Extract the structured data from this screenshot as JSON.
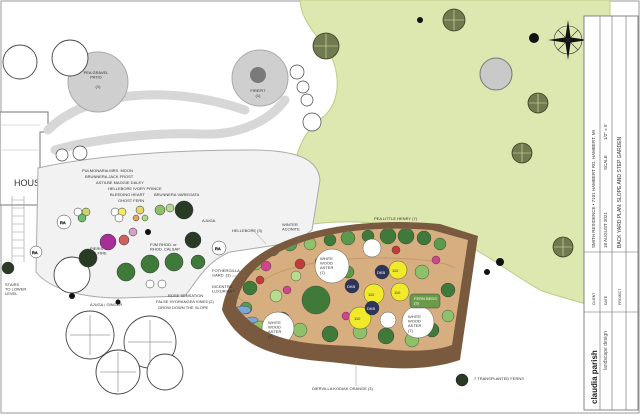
{
  "labels": {
    "house": "HOUSE",
    "pea_gravel_patio": "PEA GRAVEL\nPATIO",
    "pea_gravel_patio_num": "(1)",
    "firepit": "FIREPIT",
    "firepit_num": "(1)",
    "stairs": "STAIRS\nTO LOWER\nLEVEL",
    "ajuga_ginger": "AJUGA / GINGER",
    "pulmonaria": "PULMONARIA MRS. MOON",
    "brunnera": "BRUNNERA JACK FROST",
    "astilbe": "ASTILBE MAGGIE DALEY",
    "hellebore_ivory": "HELLEBORE IVORY PRINCE",
    "bleeding_heart": "BLEEDING HEART",
    "ghost_fern": "GHOST FERN",
    "brunnera_variegata": "BRUNNERA VARIEGATA",
    "ajuga": "AJUGA",
    "pjm_rhodo": "PJM RHOD. or\nRHOD. CALSAP",
    "pieris": "PIERIS\nMT. FIRE",
    "rose_sensation": "ROSE SENSATION",
    "false_hydrangea": "FALSE HYDRANGEA VINES (2)",
    "grow_down": "GROW DOWN THE SLOPE",
    "hellebore": "HELLEBORE (3)",
    "winter_aconite": "WINTER\nACONITE",
    "fothergilla": "FOTHERGILLA\nGARD. (3)",
    "dicentra": "DICENTRA\nLUXURIANT",
    "pea_little_henry": "PEA LITTLE HENRY (7)",
    "diervilla": "DIERVILLA KODIAK ORANGE (3)",
    "transplanted_ferns": "7 TRANSPLANTED FERNS",
    "white_wood_aster": "WHITE\nWOOD\nASTER\n(7)",
    "fern_plaque": "FERN BEDS\n(3)",
    "dkb": "DKB",
    "one_ten": "110"
  },
  "title_block": {
    "client": "SMITH RESIDENCE • 7101 HAMBERT RD. HAMBERT, MI",
    "date": "18 AUGUST 2021",
    "scale_label": "SCALE",
    "scale": "1/2\" = 5'",
    "sheet_title": "BACK YARD PLAN: SLOPE AND STEP GARDEN",
    "col_labels": [
      "CLIENT",
      "DATE",
      "PROJECT"
    ],
    "brand": "claudia parish",
    "brand_sub": "landscape design"
  },
  "colors": {
    "lawn": "#dde8b0",
    "bed": "#d6ae80",
    "edge": "#7a5a3e",
    "shrub": "#3f7a3a",
    "white_plant": "#ffffff",
    "yellow_plant": "#f1ea2a",
    "dkb_plant": "#2d3558",
    "pink_plant": "#d2448f",
    "red_plant": "#c33a3a",
    "green_small": "#8fc06a"
  }
}
